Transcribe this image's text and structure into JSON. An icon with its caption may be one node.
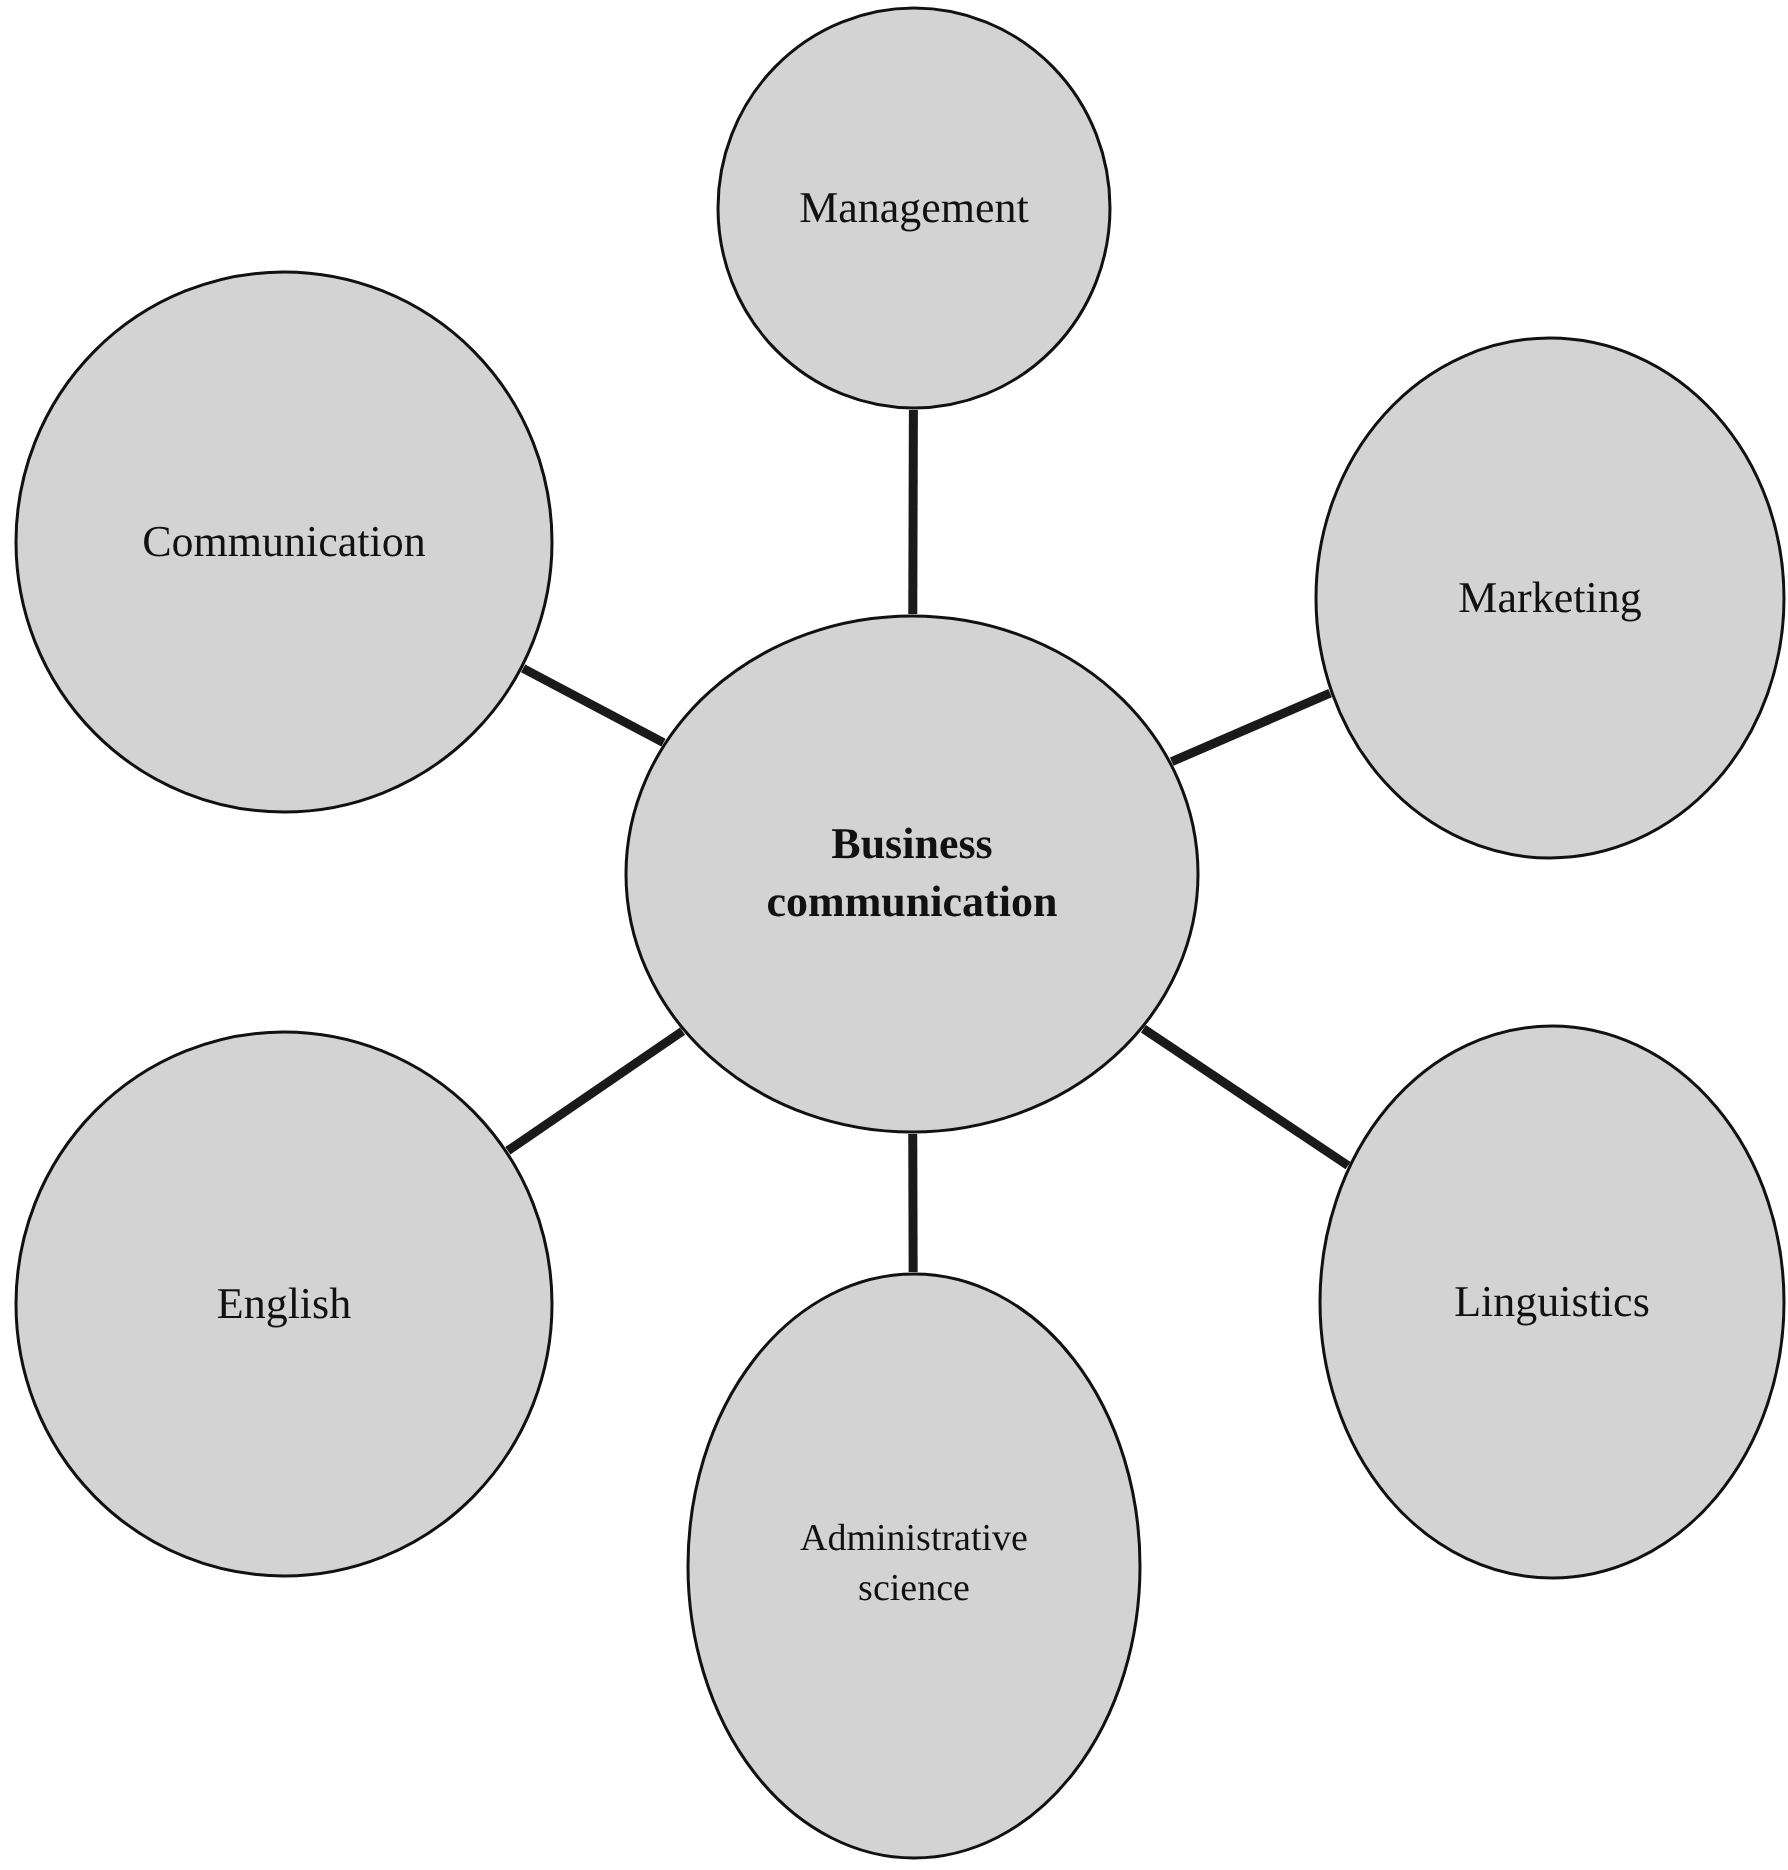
{
  "diagram": {
    "nodes": [
      {
        "text": [
          "Management"
        ]
      },
      {
        "text": [
          "Communication"
        ]
      },
      {
        "text": [
          "Marketing"
        ]
      },
      {
        "text": [
          "Business communication"
        ]
      },
      {
        "text": [
          "English"
        ]
      },
      {
        "text": [
          "Linguistics"
        ]
      },
      {
        "text": [
          "Administrative science"
        ]
      }
    ],
    "edges": [
      {
        "from": 3,
        "to": 0,
        "arrow": "none"
      },
      {
        "from": 3,
        "to": 1,
        "arrow": "none"
      },
      {
        "from": 3,
        "to": 2,
        "arrow": "none"
      },
      {
        "from": 3,
        "to": 4,
        "arrow": "none"
      },
      {
        "from": 3,
        "to": 5,
        "arrow": "none"
      },
      {
        "from": 3,
        "to": 6,
        "arrow": "none"
      }
    ]
  }
}
